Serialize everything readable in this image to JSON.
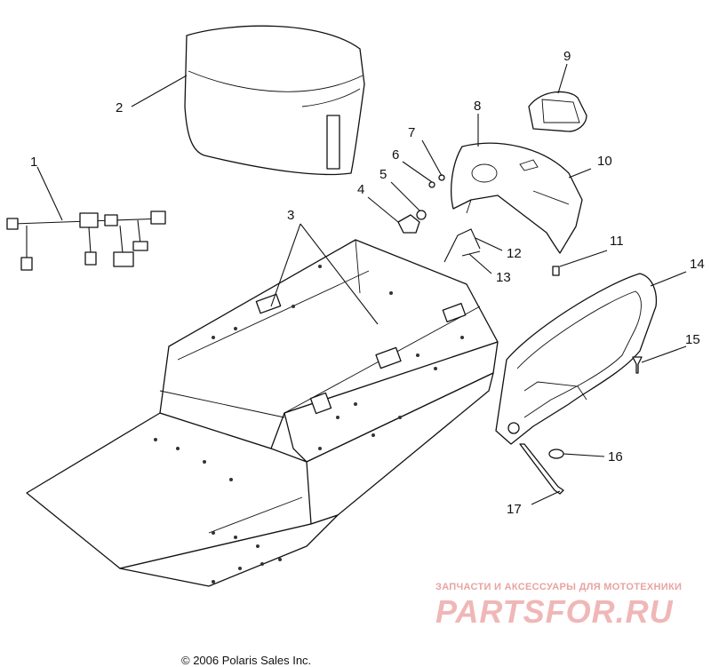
{
  "diagram": {
    "callouts": [
      {
        "id": "c1",
        "label": "1"
      },
      {
        "id": "c2",
        "label": "2"
      },
      {
        "id": "c3",
        "label": "3"
      },
      {
        "id": "c4",
        "label": "4"
      },
      {
        "id": "c5",
        "label": "5"
      },
      {
        "id": "c6",
        "label": "6"
      },
      {
        "id": "c7",
        "label": "7"
      },
      {
        "id": "c8",
        "label": "8"
      },
      {
        "id": "c9",
        "label": "9"
      },
      {
        "id": "c10",
        "label": "10"
      },
      {
        "id": "c11",
        "label": "11"
      },
      {
        "id": "c12",
        "label": "12"
      },
      {
        "id": "c13",
        "label": "13"
      },
      {
        "id": "c14",
        "label": "14"
      },
      {
        "id": "c15",
        "label": "15"
      },
      {
        "id": "c16",
        "label": "16"
      },
      {
        "id": "c17",
        "label": "17"
      }
    ]
  },
  "footer": {
    "copyright": "© 2006 Polaris Sales Inc."
  },
  "watermark": {
    "subtitle": "ЗАПЧАСТИ И АКСЕССУАРЫ ДЛЯ МОТОТЕХНИКИ",
    "brand": "PARTSFOR.RU"
  }
}
